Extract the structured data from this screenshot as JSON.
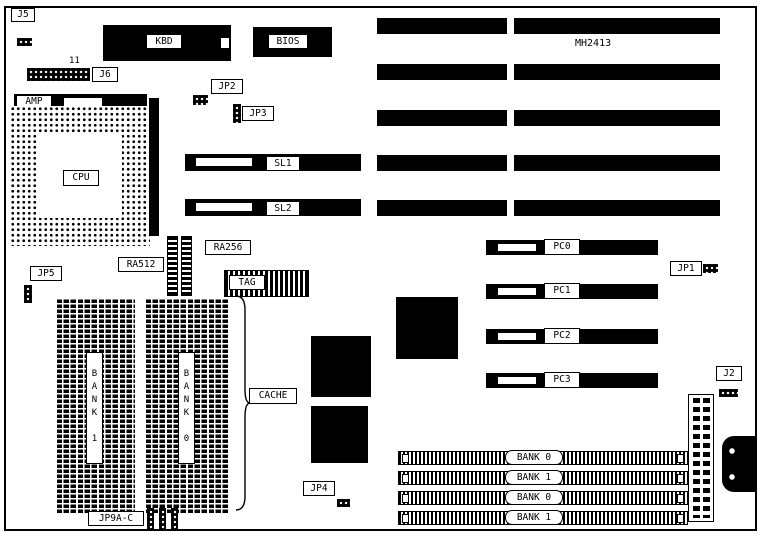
{
  "board": {
    "model": "MH2413"
  },
  "labels": {
    "j5": "J5",
    "j6": "J6",
    "j6_pin_count": "11",
    "jp1": "JP1",
    "jp2": "JP2",
    "jp3": "JP3",
    "jp4": "JP4",
    "jp5": "JP5",
    "jp9": "JP9A-C",
    "j2": "J2",
    "kbd": "KBD",
    "bios": "BIOS",
    "amp": "AMP",
    "cpu": "CPU",
    "sl1": "SL1",
    "sl2": "SL2",
    "ra512": "RA512",
    "ra256": "RA256",
    "tag": "TAG",
    "cache": "CACHE",
    "cache_bank_left": "BANK 1",
    "cache_bank_right": "BANK 0"
  },
  "pc_slots": [
    {
      "label": "PC0"
    },
    {
      "label": "PC1"
    },
    {
      "label": "PC2"
    },
    {
      "label": "PC3"
    }
  ],
  "simm_rows": [
    {
      "label": "BANK 0"
    },
    {
      "label": "BANK 1"
    },
    {
      "label": "BANK 0"
    },
    {
      "label": "BANK 1"
    }
  ]
}
